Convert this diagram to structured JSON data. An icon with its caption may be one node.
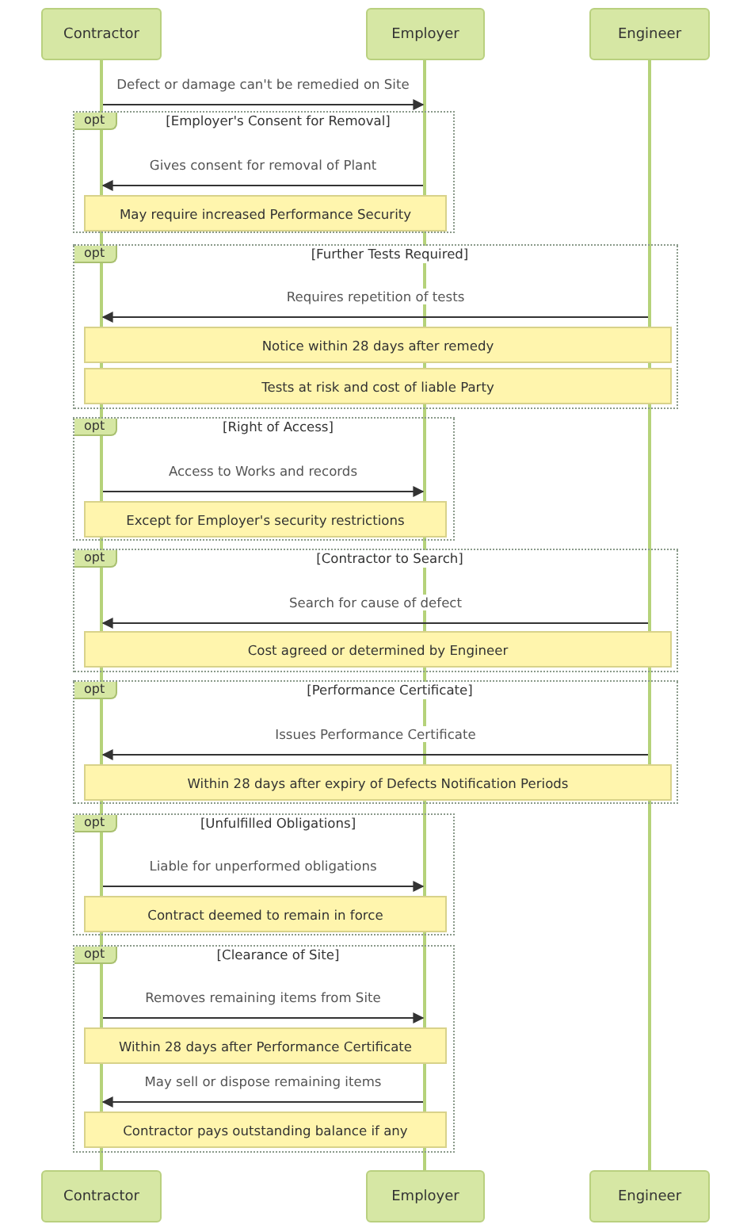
{
  "diagram": {
    "nodes": [
      {
        "text": [
          "Contractor"
        ]
      },
      {
        "text": [
          "Employer"
        ]
      },
      {
        "text": [
          "Engineer"
        ]
      },
      {
        "text": [],
        "shape": "bar"
      },
      {
        "text": [],
        "shape": "bar"
      },
      {
        "text": [],
        "shape": "bar"
      },
      {
        "text": [
          "opt",
          "[Employer's Consent for Removal]"
        ]
      },
      {
        "text": [
          "May require increased Performance Security"
        ],
        "in": 6
      },
      {
        "text": [
          "opt",
          "[Further Tests Required]"
        ]
      },
      {
        "text": [
          "Notice within 28 days after remedy"
        ],
        "in": 8
      },
      {
        "text": [
          "Tests at risk and cost of liable Party"
        ],
        "in": 8
      },
      {
        "text": [
          "opt",
          "[Right of Access]"
        ]
      },
      {
        "text": [
          "Except for Employer's security restrictions"
        ],
        "in": 11
      },
      {
        "text": [
          "opt",
          "[Contractor to Search]"
        ]
      },
      {
        "text": [
          "Cost agreed or determined by Engineer"
        ],
        "in": 13
      },
      {
        "text": [
          "opt",
          "[Performance Certificate]"
        ]
      },
      {
        "text": [
          "Within 28 days after expiry of Defects Notification Periods"
        ],
        "in": 15
      },
      {
        "text": [
          "opt",
          "[Unfulfilled Obligations]"
        ]
      },
      {
        "text": [
          "Contract deemed to remain in force"
        ],
        "in": 17
      },
      {
        "text": [
          "opt",
          "[Clearance of Site]"
        ]
      },
      {
        "text": [
          "Within 28 days after Performance Certificate"
        ],
        "in": 19
      },
      {
        "text": [
          "Contractor pays outstanding balance if any"
        ],
        "in": 19
      },
      {
        "text": [
          "Contractor"
        ]
      },
      {
        "text": [
          "Employer"
        ]
      },
      {
        "text": [
          "Engineer"
        ]
      }
    ],
    "edges": [
      {
        "from": 3,
        "to": 4,
        "arrow": "to",
        "label": "Defect or damage can't be remedied on Site"
      },
      {
        "from": 4,
        "to": 3,
        "arrow": "to",
        "label": "Gives consent for removal of Plant"
      },
      {
        "from": 5,
        "to": 3,
        "arrow": "to",
        "label": "Requires repetition of tests"
      },
      {
        "from": 3,
        "to": 4,
        "arrow": "to",
        "label": "Access to Works and records"
      },
      {
        "from": 5,
        "to": 3,
        "arrow": "to",
        "label": "Search for cause of defect"
      },
      {
        "from": 5,
        "to": 3,
        "arrow": "to",
        "label": "Issues Performance Certificate"
      },
      {
        "from": 3,
        "to": 4,
        "arrow": "to",
        "label": "Liable for unperformed obligations"
      },
      {
        "from": 3,
        "to": 4,
        "arrow": "to",
        "label": "Removes remaining items from Site"
      },
      {
        "from": 4,
        "to": 3,
        "arrow": "to",
        "label": "May sell or dispose remaining items"
      }
    ]
  }
}
